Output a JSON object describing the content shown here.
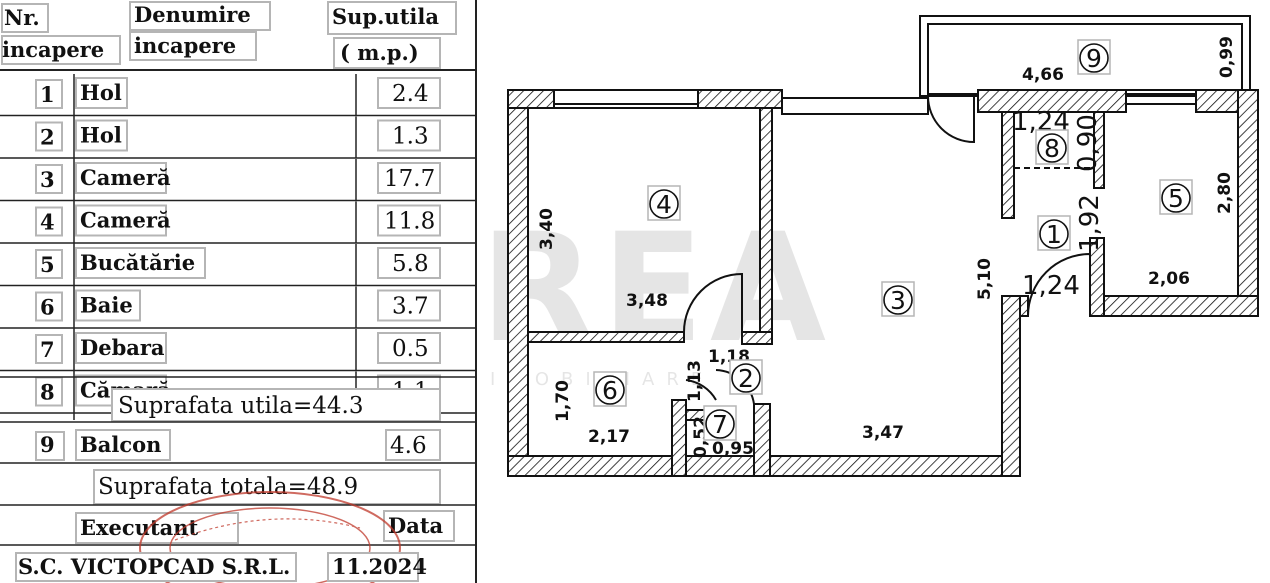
{
  "table": {
    "headers": {
      "nr_line1": "Nr.",
      "nr_line2": "incapere",
      "name_line1": "Denumire",
      "name_line2": "incapere",
      "area_line1": "Sup.utila",
      "area_line2": "( m.p.)"
    },
    "rooms": [
      {
        "nr": "1",
        "name": "Hol",
        "area": "2.4"
      },
      {
        "nr": "2",
        "name": "Hol",
        "area": "1.3"
      },
      {
        "nr": "3",
        "name": "Cameră",
        "area": "17.7"
      },
      {
        "nr": "4",
        "name": "Cameră",
        "area": "11.8"
      },
      {
        "nr": "5",
        "name": "Bucătărie",
        "area": "5.8"
      },
      {
        "nr": "6",
        "name": "Baie",
        "area": "3.7"
      },
      {
        "nr": "7",
        "name": "Debara",
        "area": "0.5"
      },
      {
        "nr": "8",
        "name": "Cămară",
        "area": "1.1"
      }
    ],
    "useful_total": "Suprafata utila=44.3",
    "balcony": {
      "nr": "9",
      "name": "Balcon",
      "area": "4.6"
    },
    "grand_total": "Suprafata totala=48.9",
    "executant_label": "Executant",
    "date_label": "Data",
    "executant_value": "S.C. VICTOPCAD S.R.L.",
    "date_value": "11.2024"
  },
  "plan": {
    "dimensions": {
      "balcony_len": "4,66",
      "balcony_depth": "0,99",
      "r4_height": "3,40",
      "r4_width": "3,48",
      "r8_width": "1,24",
      "r8_depth": "0,90",
      "r1_depth": "1,92",
      "r1_width": "1,24",
      "r5_height": "2,80",
      "r5_width": "2,06",
      "r3_height": "5,10",
      "r3_width": "3,47",
      "r2_width": "1,18",
      "r2_height": "1,13",
      "r6_height": "1,70",
      "r6_width": "2,17",
      "r7_depth": "0,52",
      "r7_width": "0,95"
    },
    "room_numbers": [
      "1",
      "2",
      "3",
      "4",
      "5",
      "6",
      "7",
      "8",
      "9"
    ],
    "watermark": "REA",
    "watermark_sub": "IMOBILIARE",
    "colors": {
      "wall_hatch": "#111111",
      "stamp": "#c0392b"
    }
  }
}
